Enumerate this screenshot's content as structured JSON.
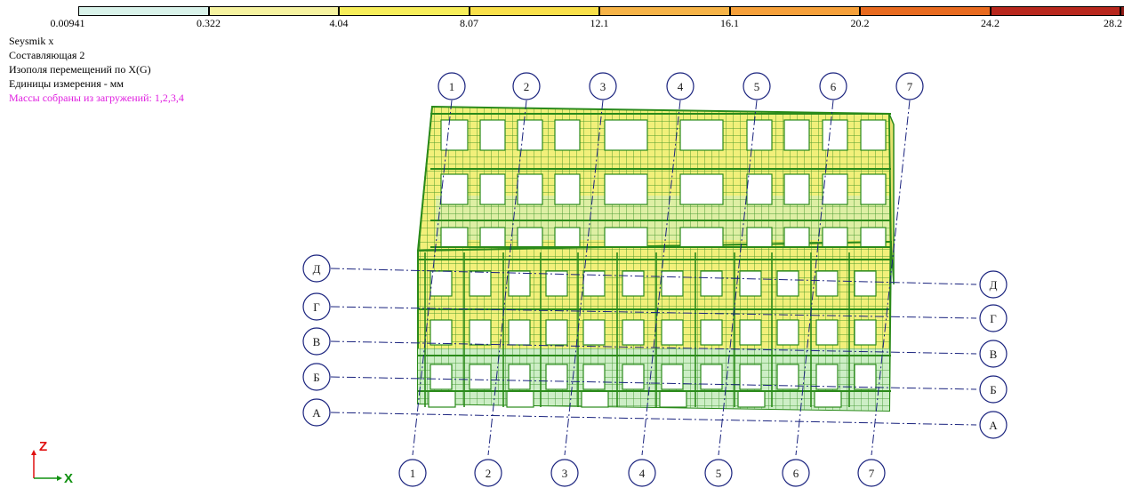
{
  "color_scale": {
    "colors": [
      "#d9f3ea",
      "#f6f3a0",
      "#f7ee5a",
      "#f9e04a",
      "#f6b347",
      "#f6a03a",
      "#e86a1f",
      "#b8271d",
      "#8e1a14"
    ],
    "values": [
      "0.00941",
      "0.322",
      "4.04",
      "8.07",
      "12.1",
      "16.1",
      "20.2",
      "24.2",
      "28.2"
    ]
  },
  "info": {
    "load": "Seysmik x",
    "component": "Составляющая  2",
    "isofield": "Изополя перемещений по X(G)",
    "units": "Единицы измерения - мм",
    "masses": "Массы собраны из загружений:  1,2,3,4",
    "masses_color": "#e020e0"
  },
  "axes": {
    "z": "Z",
    "x": "X",
    "z_color": "#e01010",
    "x_color": "#109010"
  },
  "grid_numbers_top": [
    "1",
    "2",
    "3",
    "4",
    "5",
    "6",
    "7"
  ],
  "grid_numbers_bottom": [
    "1",
    "2",
    "3",
    "4",
    "5",
    "6",
    "7"
  ],
  "grid_letters_left": [
    "Д",
    "Г",
    "В",
    "Б",
    "А"
  ],
  "grid_letters_right": [
    "Д",
    "Г",
    "В",
    "Б",
    "А"
  ],
  "colors": {
    "mesh": "#2a8a1a",
    "grid_line": "#1a237e",
    "bubble_fill": "#ffffff",
    "mesh_yellow": "#f2f07a",
    "mesh_light": "#cdeec6"
  }
}
